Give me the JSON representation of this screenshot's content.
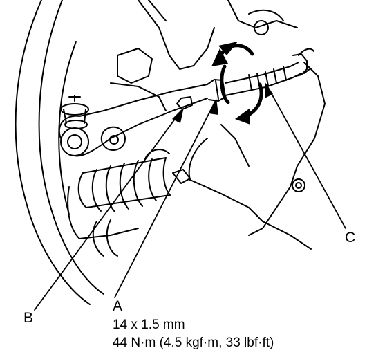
{
  "callouts": {
    "a": "A",
    "b": "B",
    "c": "C"
  },
  "spec": {
    "thread": "14 x 1.5 mm",
    "torque": "44 N·m (4.5 kgf·m, 33 lbf·ft)"
  },
  "colors": {
    "ink": "#000000",
    "paper": "#ffffff"
  }
}
